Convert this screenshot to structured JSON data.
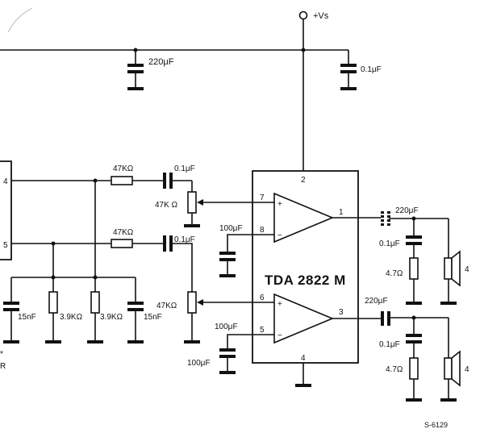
{
  "supply": {
    "label": "+Vs"
  },
  "ic": {
    "name": "TDA 2822 M",
    "pins": {
      "p1": "1",
      "p2": "2",
      "p3": "3",
      "p4": "4",
      "p5": "5",
      "p6": "6",
      "p7": "7",
      "p8": "8"
    }
  },
  "components": {
    "cap_supply_bulk": "220μF",
    "cap_supply_decouple": "0.1μF",
    "r_in_top": "47KΩ",
    "r_in_bottom": "47KΩ",
    "cap_in_top": "0.1μF",
    "cap_in_bottom": "0.1μF",
    "pot_top": "47K Ω",
    "pot_bottom": "47KΩ",
    "cap_pin8_label": "100μF",
    "cap_pin5_label": "100μF",
    "cap_pin5_bottom": "100μF",
    "cap_15n_left": "15nF",
    "cap_15n_right": "15nF",
    "r_39k_left": "3.9KΩ",
    "r_39k_right": "3.9KΩ",
    "out_cap_top": "220μF",
    "out_cap_bottom": "220μF",
    "zobel_cap_top": "0.1μF",
    "zobel_cap_bottom": "0.1μF",
    "zobel_r_top": "4.7Ω",
    "zobel_r_bottom": "4.7Ω",
    "speaker_top": "4",
    "speaker_bottom": "4"
  },
  "connector": {
    "pin_top": "4",
    "pin_bottom": "5",
    "label_side": "R"
  },
  "drawing_id": "S-6129"
}
